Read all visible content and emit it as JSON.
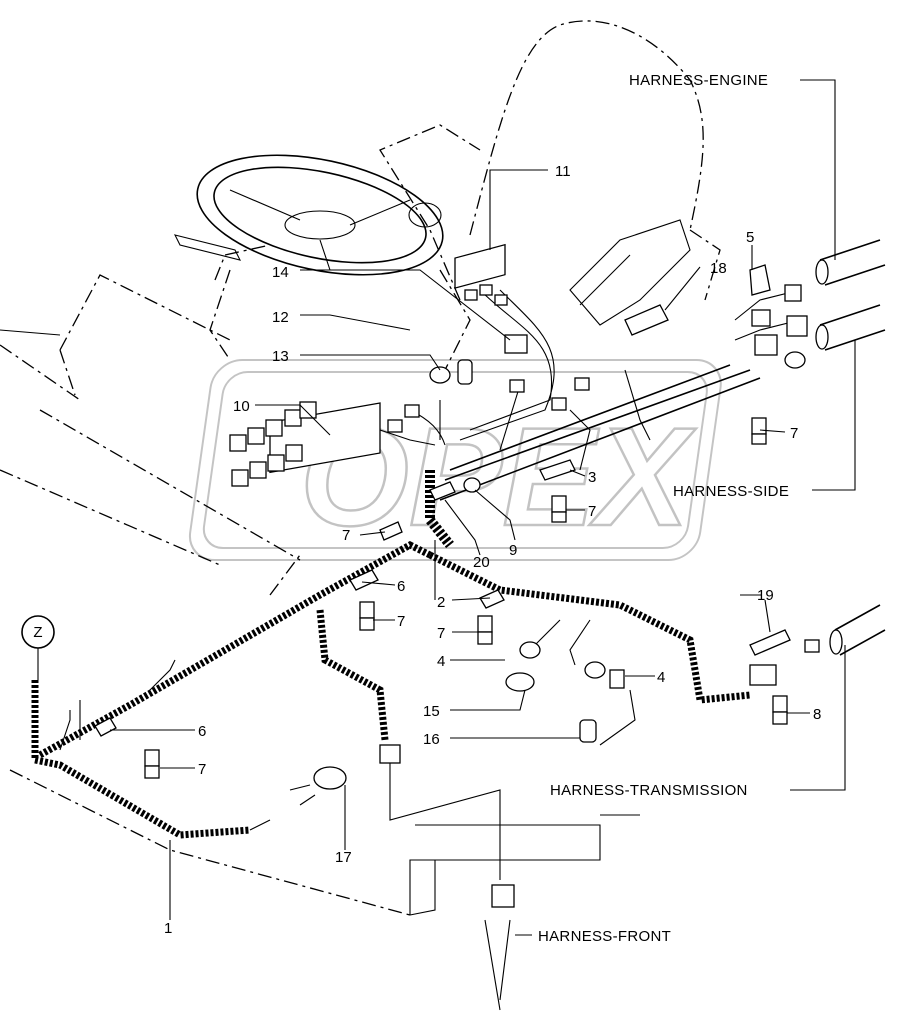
{
  "diagram": {
    "harness_labels": {
      "engine": "HARNESS-ENGINE",
      "side": "HARNESS-SIDE",
      "transmission": "HARNESS-TRANSMISSION",
      "front": "HARNESS-FRONT"
    },
    "view_marker": "Z",
    "watermark": "OPEX",
    "callouts": [
      "11",
      "14",
      "12",
      "13",
      "10",
      "5",
      "18",
      "7",
      "3",
      "7",
      "7",
      "9",
      "20",
      "6",
      "2",
      "7",
      "7",
      "4",
      "4",
      "19",
      "8",
      "15",
      "16",
      "6",
      "7",
      "17",
      "1"
    ]
  }
}
